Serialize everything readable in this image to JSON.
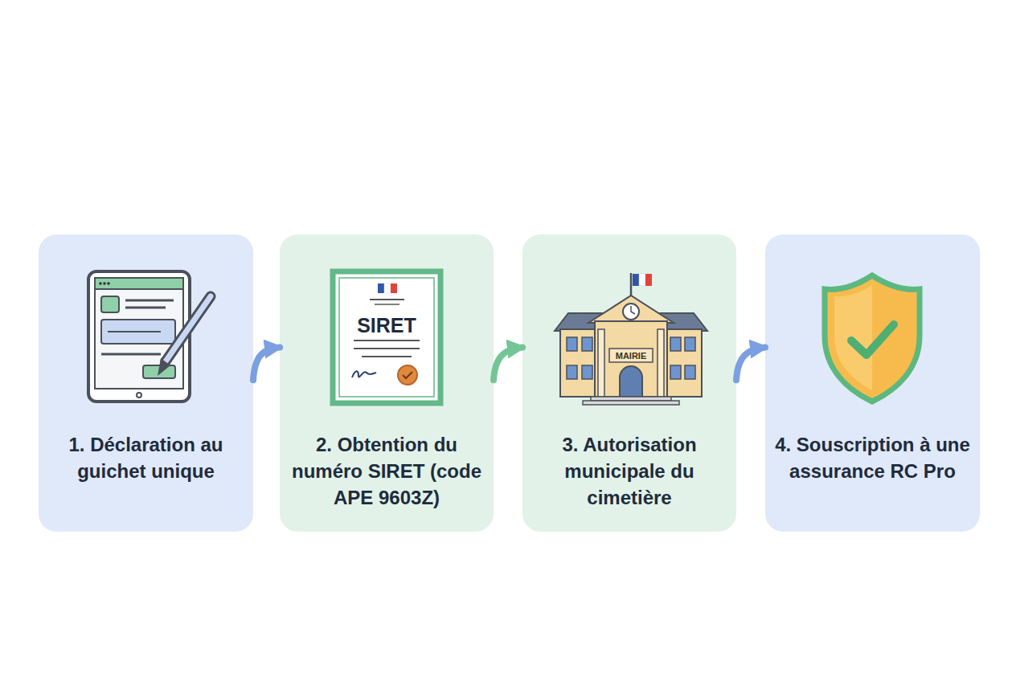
{
  "diagram": {
    "nodes": [
      {
        "text": [
          "1. Déclaration au guichet unique"
        ]
      },
      {
        "text": [
          "2. Obtention du numéro SIRET (code APE 9603Z)"
        ]
      },
      {
        "text": [
          "3. Autorisation municipale du cimetière"
        ]
      },
      {
        "text": [
          "4. Souscription à une assurance RC Pro"
        ]
      }
    ],
    "edges": [
      {
        "from": 0,
        "to": 1,
        "arrow": "to"
      },
      {
        "from": 1,
        "to": 2,
        "arrow": "to"
      },
      {
        "from": 2,
        "to": 3,
        "arrow": "to"
      }
    ],
    "labels": [
      "SIRET",
      "MAIRIE"
    ]
  }
}
